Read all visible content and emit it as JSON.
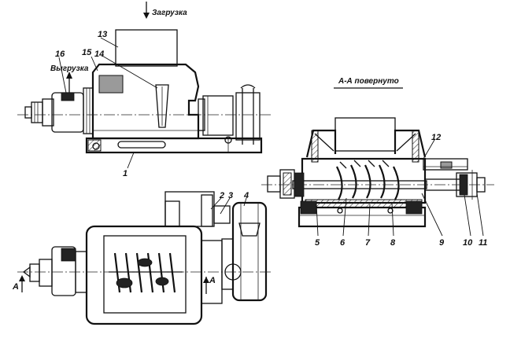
{
  "captions": {
    "loading": "Загрузка",
    "unloading": "Выгрузка",
    "section_title": "А-А повернуто",
    "section_mark_left": "А",
    "section_mark_right": "А"
  },
  "labels": {
    "n1": "1",
    "n2": "2",
    "n3": "3",
    "n4": "4",
    "n5": "5",
    "n6": "6",
    "n7": "7",
    "n8": "8",
    "n9": "9",
    "n10": "10",
    "n11": "11",
    "n12": "12",
    "n13": "13",
    "n14": "14",
    "n15": "15",
    "n16": "16"
  }
}
